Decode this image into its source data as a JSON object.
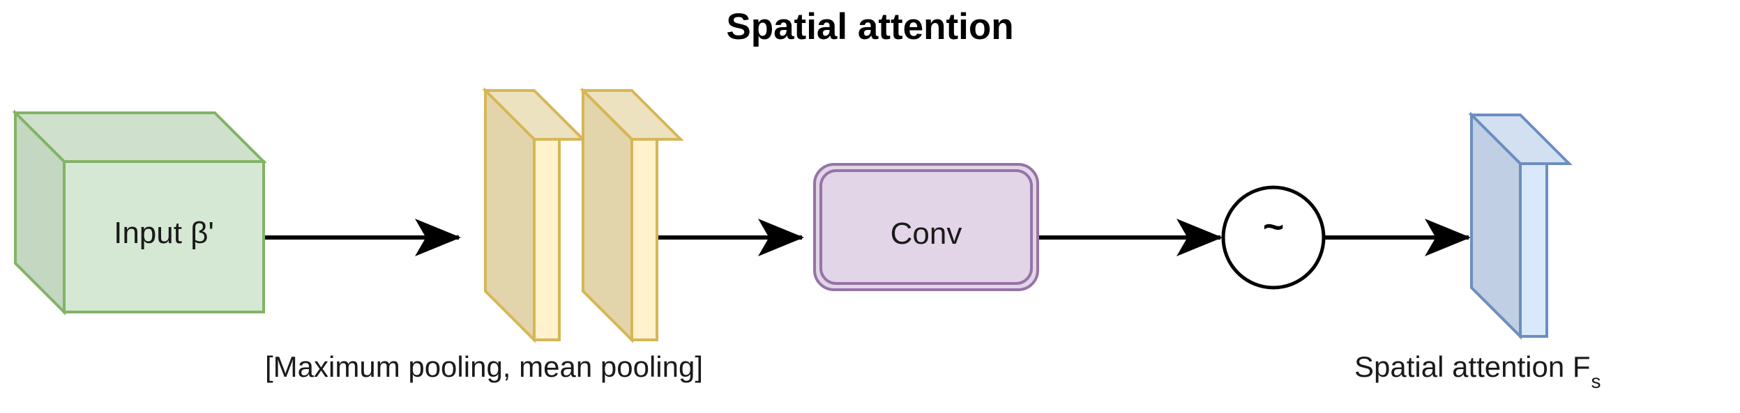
{
  "title": "Spatial attention",
  "nodes": {
    "input": {
      "label": "Input β'",
      "shape": "cube-3d",
      "fill": "#d5e8d4",
      "top_fill": "#cfe0cd",
      "side_fill": "#c3d7c1",
      "stroke": "#82b366"
    },
    "pooling_slab_1": {
      "label": "",
      "shape": "slab-3d",
      "front_fill": "#e3d5ab",
      "edge_fill": "#fff2cc",
      "stroke": "#d6b656"
    },
    "pooling_slab_2": {
      "label": "",
      "shape": "slab-3d",
      "front_fill": "#e3d5ab",
      "edge_fill": "#fff2cc",
      "stroke": "#d6b656"
    },
    "conv": {
      "label": "Conv",
      "shape": "rounded-rect-double-border",
      "fill": "#e1d5e7",
      "stroke": "#9673a6"
    },
    "sigmoid": {
      "label": "~",
      "shape": "circle",
      "fill": "#ffffff",
      "stroke": "#000000"
    },
    "output_slab": {
      "label": "",
      "shape": "slab-3d",
      "front_fill": "#c0cfe3",
      "edge_fill": "#dae8fc",
      "stroke": "#6c8ebf"
    }
  },
  "captions": {
    "pooling": "[Maximum pooling, mean pooling]",
    "output_main": "Spatial attention F",
    "output_sub": "s"
  },
  "arrows": [
    {
      "name": "input-to-pooling"
    },
    {
      "name": "pooling-to-conv"
    },
    {
      "name": "conv-to-sigmoid"
    },
    {
      "name": "sigmoid-to-output"
    }
  ],
  "colors": {
    "arrow": "#000000",
    "background": "#ffffff",
    "text": "#1a1a1a"
  }
}
